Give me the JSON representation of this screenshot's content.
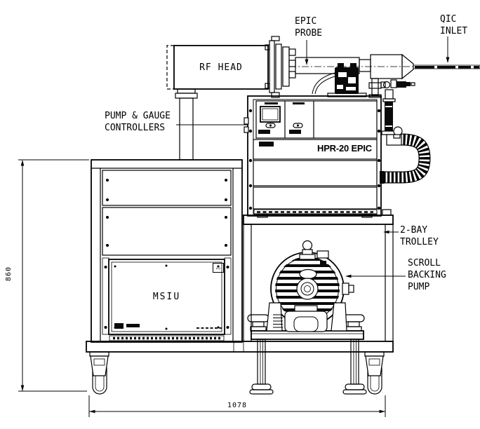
{
  "drawing": {
    "labels": {
      "epic_probe": "EPIC\nPROBE",
      "qic_inlet": "QIC\nINLET",
      "rf_head": "RF HEAD",
      "pump_gauge_controllers": "PUMP & GAUGE\nCONTROLLERS",
      "hpr20_epic": "HPR-20 EPIC",
      "two_bay_trolley": "2-BAY\nTROLLEY",
      "scroll_backing_pump": "SCROLL\nBACKING\nPUMP",
      "msiu": "MSIU"
    },
    "dimensions": {
      "height": "860",
      "width": "1078"
    },
    "icons": {
      "warning_icon": "⚠"
    },
    "colors": {
      "line": "#000000",
      "background": "#ffffff"
    }
  }
}
